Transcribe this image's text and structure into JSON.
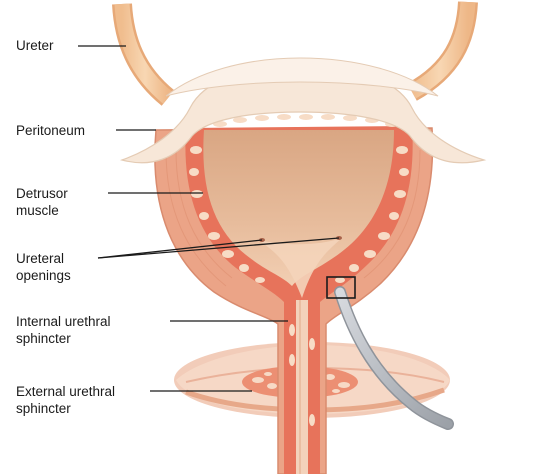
{
  "labels": {
    "ureter": "Ureter",
    "peritoneum": "Peritoneum",
    "detrusor": {
      "line1": "Detrusor",
      "line2": "muscle"
    },
    "ureteral_openings": {
      "line1": "Ureteral",
      "line2": "openings"
    },
    "internal_sphincter": {
      "line1": "Internal urethral",
      "line2": "sphincter"
    },
    "external_sphincter": {
      "line1": "External urethral",
      "line2": "sphincter"
    }
  },
  "colors": {
    "ureter": "#f3c79e",
    "peritoneum": "#f7e8da",
    "muscle": "#eca58a",
    "mucosa_wall": "#e86f57",
    "mucosa_cells": "#f7dcc6",
    "lumen": "#e2b595",
    "floor": "#f1c7b4",
    "catheter": "#b9bdc4",
    "leader": "#1b1b1b"
  },
  "icons": [
    "callout-box",
    "catheter"
  ]
}
